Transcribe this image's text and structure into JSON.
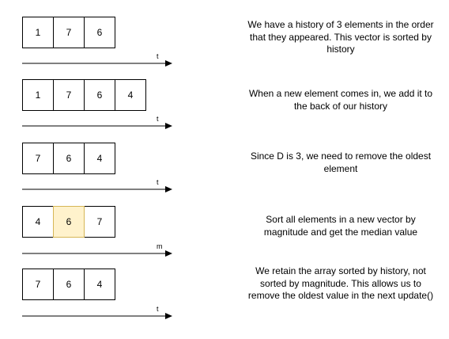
{
  "steps": [
    {
      "cells": [
        "1",
        "7",
        "6"
      ],
      "highlight": -1,
      "axis_label": "t",
      "description": "We have a history of 3 elements in the order that they appeared. This vector is sorted by history"
    },
    {
      "cells": [
        "1",
        "7",
        "6",
        "4"
      ],
      "highlight": -1,
      "axis_label": "t",
      "description": "When a new element comes in, we add it to the back of our history"
    },
    {
      "cells": [
        "7",
        "6",
        "4"
      ],
      "highlight": -1,
      "axis_label": "t",
      "description": "Since  D is 3, we need to remove the oldest element"
    },
    {
      "cells": [
        "4",
        "6",
        "7"
      ],
      "highlight": 1,
      "axis_label": "m",
      "description": "Sort all elements in a new vector by magnitude and get the median value"
    },
    {
      "cells": [
        "7",
        "6",
        "4"
      ],
      "highlight": -1,
      "axis_label": "t",
      "description": "We retain the array sorted by history, not sorted by magnitude. This allows us to remove the oldest value in the next update()"
    }
  ],
  "colors": {
    "highlight_fill": "#fff2cc",
    "highlight_stroke": "#d6b656",
    "stroke": "#000000"
  }
}
